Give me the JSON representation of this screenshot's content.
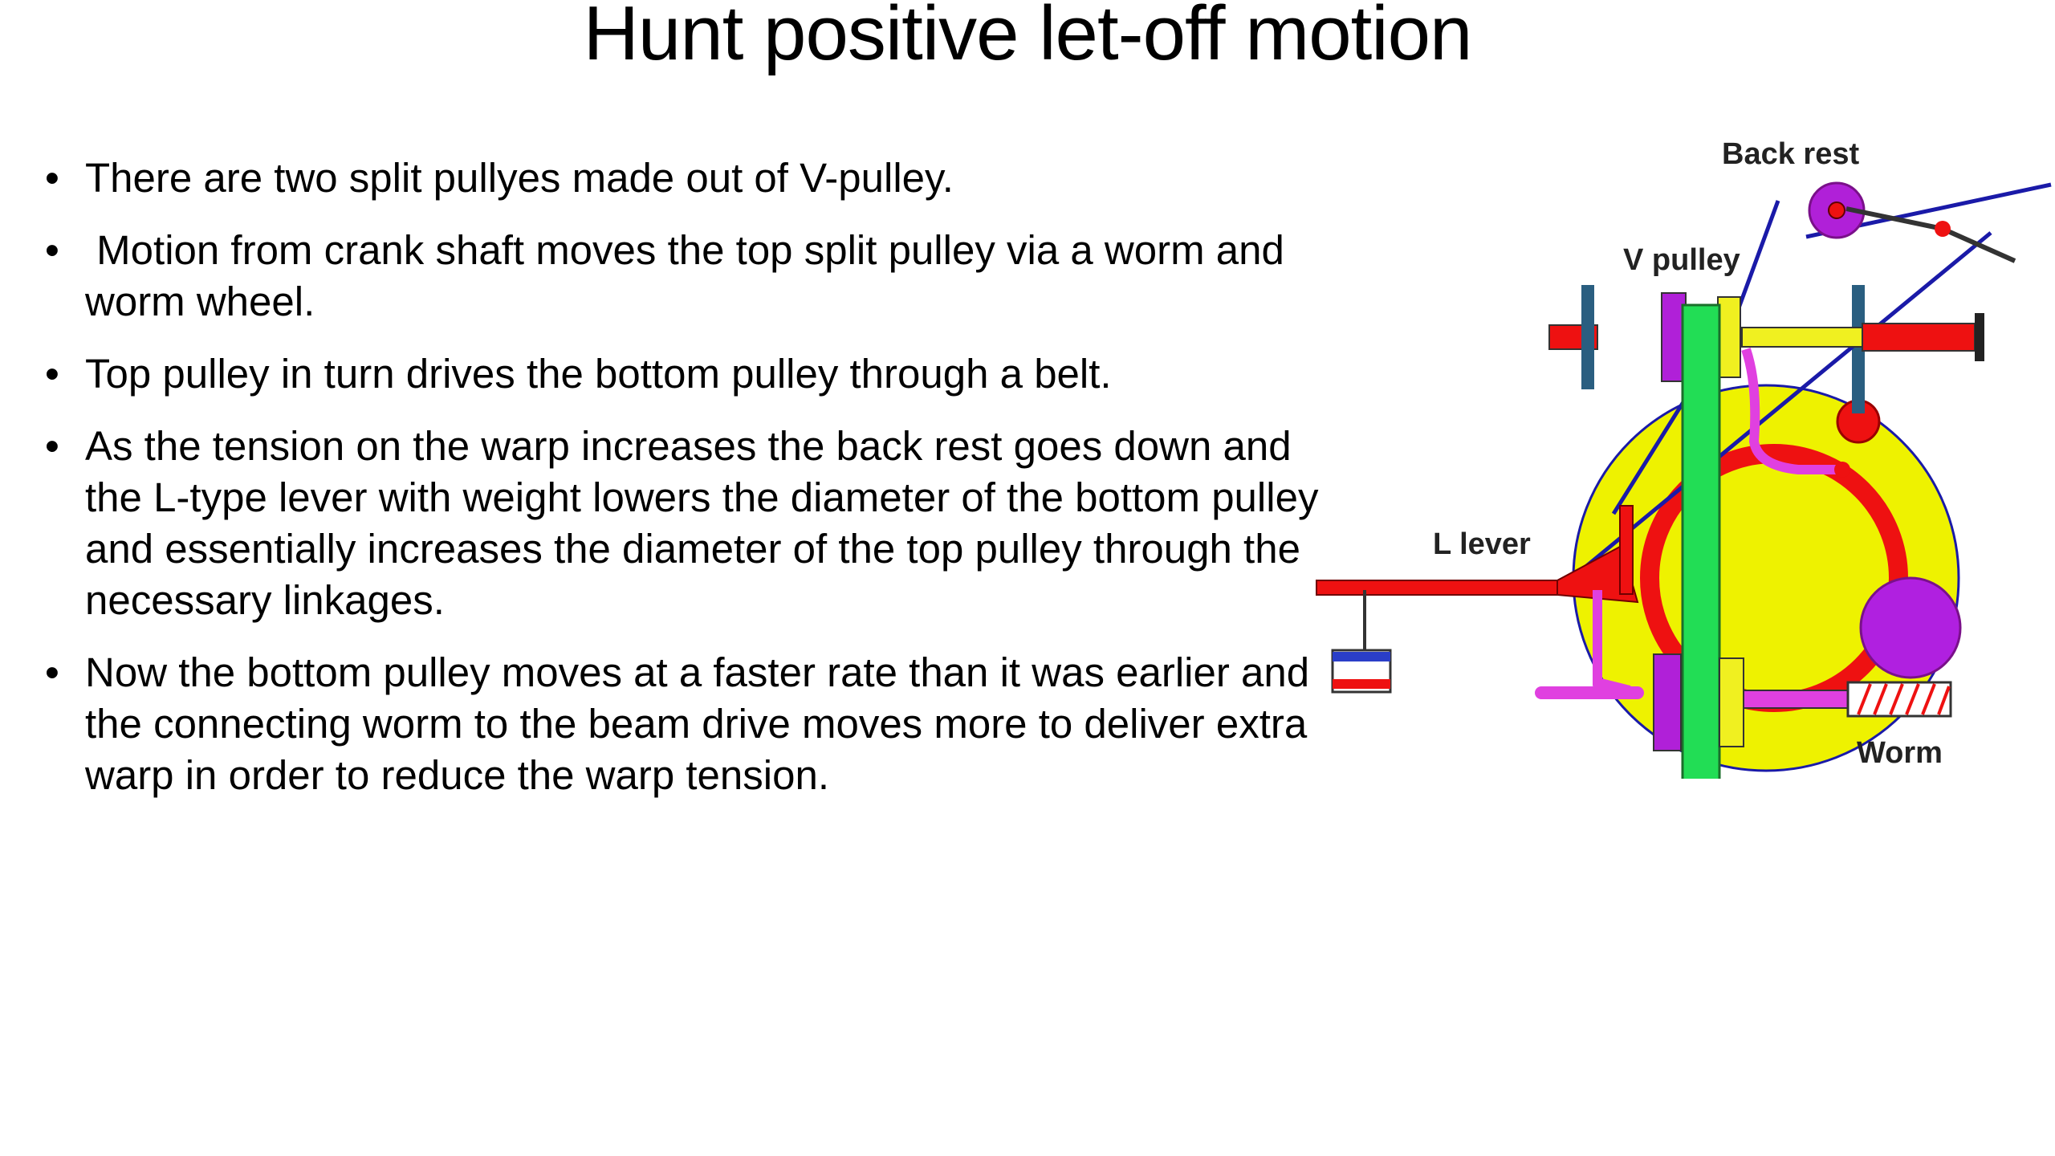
{
  "title": "Hunt positive let-off motion",
  "bullets": [
    "There are two split pullyes made out of V-pulley.",
    " Motion from crank shaft moves the top split pulley via a worm and worm wheel.",
    "Top pulley in turn drives the bottom pulley through a belt.",
    "As the tension on the warp increases the back rest goes down and the L-type lever with weight lowers the diameter of the bottom pulley and essentially increases the diameter of the top pulley through the necessary linkages.",
    "Now the bottom pulley moves at a faster rate than it was earlier and the connecting worm to the beam drive moves more to deliver extra warp in order to reduce the warp tension."
  ],
  "bullet_symbol": "•",
  "diagram": {
    "labels": {
      "back_rest": "Back rest",
      "v_pulley": "V pulley",
      "l_lever": "L lever",
      "worm": "Worm"
    },
    "colors": {
      "warp_line": "#1a1aa8",
      "back_rest": "#b020d8",
      "lever": "#e8101a",
      "belt": "#22dd55",
      "worm_wheel": "#eef200",
      "ring": "#ee1111",
      "weight_ball": "#b020e0",
      "link": "#e040e0",
      "shaft": "#f0f020"
    }
  }
}
